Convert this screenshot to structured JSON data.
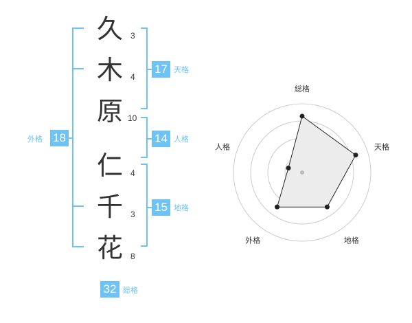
{
  "name": {
    "chars": [
      {
        "char": "久",
        "strokes": "3"
      },
      {
        "char": "木",
        "strokes": "4"
      },
      {
        "char": "原",
        "strokes": "10"
      },
      {
        "char": "仁",
        "strokes": "4"
      },
      {
        "char": "千",
        "strokes": "3"
      },
      {
        "char": "花",
        "strokes": "8"
      }
    ]
  },
  "scores": {
    "tenkaku": {
      "value": "17",
      "label": "天格"
    },
    "jinkaku": {
      "value": "14",
      "label": "人格"
    },
    "chikaku": {
      "value": "15",
      "label": "地格"
    },
    "gaikaku": {
      "value": "18",
      "label": "外格"
    },
    "soukaku": {
      "value": "32",
      "label": "総格"
    }
  },
  "colors": {
    "accent": "#6ec3f4",
    "text": "#333333",
    "grid": "#cccccc",
    "area": "#ececec"
  },
  "chart_data": {
    "type": "radar",
    "axes": [
      "総格",
      "天格",
      "地格",
      "外格",
      "人格"
    ],
    "values": [
      0.82,
      0.82,
      0.62,
      0.62,
      0.21
    ],
    "rings": 4
  }
}
